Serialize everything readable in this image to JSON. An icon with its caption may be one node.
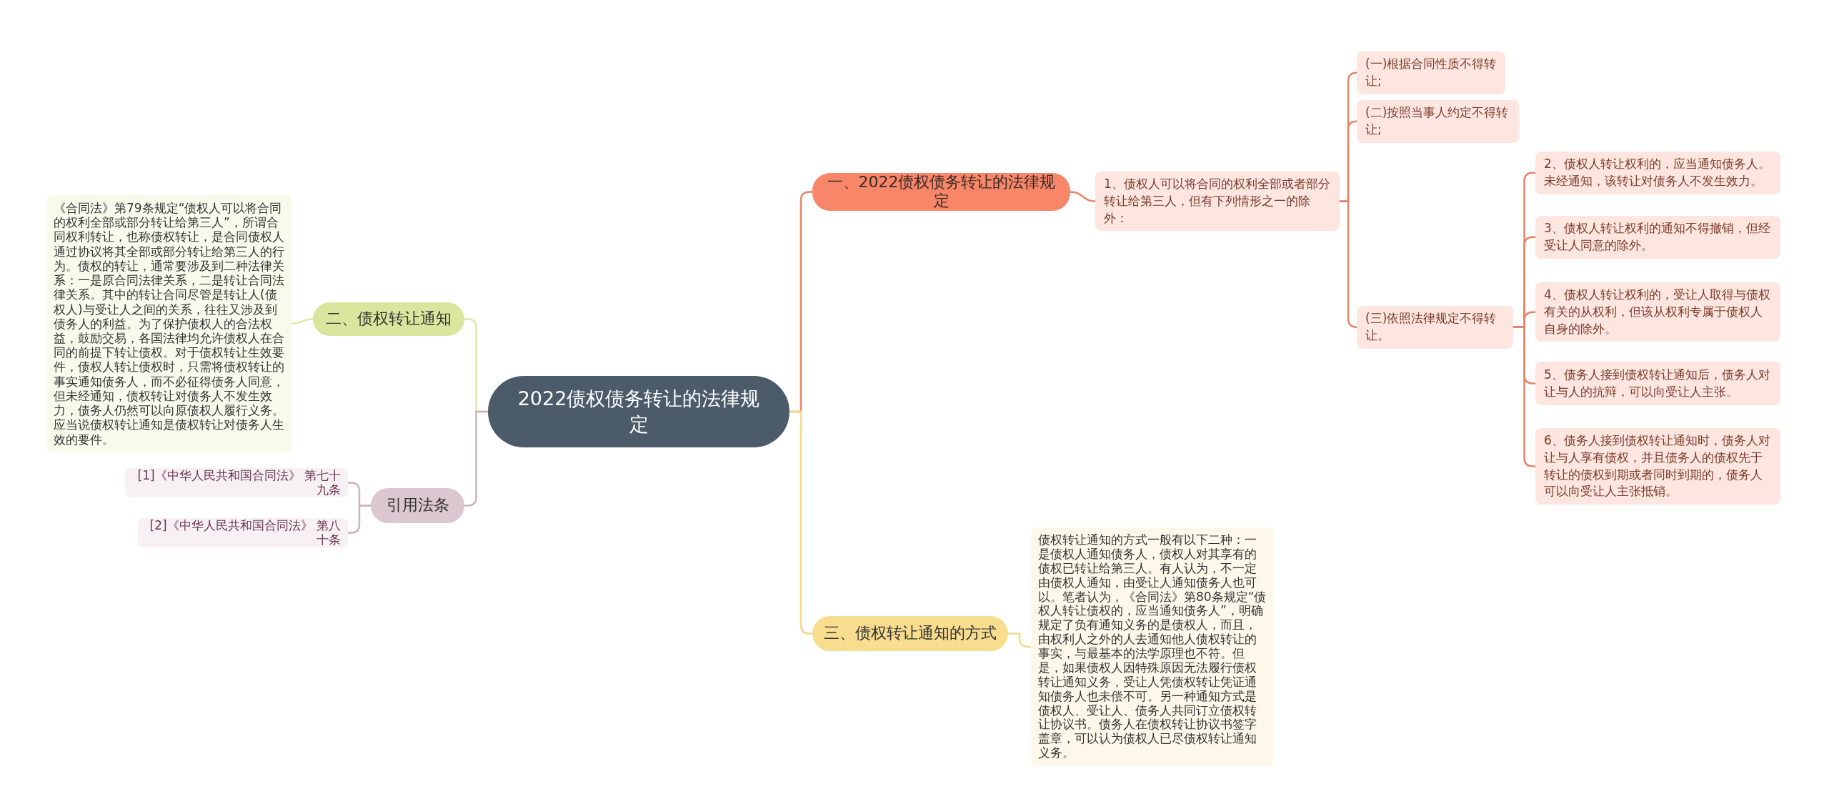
{
  "diagram": {
    "nodes": [
      {
        "text": [
          "2022债权债务转让的法律规定"
        ]
      },
      {
        "text": [
          "一、2022债权债务转让的法律规定"
        ]
      },
      {
        "text": [
          "1、债权人可以将合同的权利全部或者部分转让给第三人，但有下列情形之一的除外："
        ]
      },
      {
        "text": [
          "(一)根据合同性质不得转让;"
        ]
      },
      {
        "text": [
          "(二)按照当事人约定不得转让;"
        ]
      },
      {
        "text": [
          "(三)依照法律规定不得转让。"
        ]
      },
      {
        "text": [
          "2、债权人转让权利的，应当通知债务人。未经通知，该转让对债务人不发生效力。"
        ]
      },
      {
        "text": [
          "3、债权人转让权利的通知不得撤销，但经受让人同意的除外。"
        ]
      },
      {
        "text": [
          "4、债权人转让权利的，受让人取得与债权有关的从权利，但该从权利专属于债权人自身的除外。"
        ]
      },
      {
        "text": [
          "5、债务人接到债权转让通知后，债务人对让与人的抗辩，可以向受让人主张。"
        ]
      },
      {
        "text": [
          "6、债务人接到债权转让通知时，债务人对让与人享有债权，并且债务人的债权先于转让的债权到期或者同时到期的，债务人可以向受让人主张抵销。"
        ]
      },
      {
        "text": [
          "二、债权转让通知"
        ]
      },
      {
        "text": [
          "《合同法》第79条规定“债权人可以将合同的权利全部或部分转让给第三人”，所谓合同权利转让，也称债权转让，是合同债权人通过协议将其全部或部分转让给第三人的行为。债权的转让，通常要涉及到二种法律关系：一是原合同法律关系，二是转让合同法律关系。其中的转让合同尽管是转让人(债权人)与受让人之间的关系，往往又涉及到债务人的利益。为了保护债权人的合法权益，鼓励交易，各国法律均允许债权人在合同的前提下转让债权。对于债权转让生效要件，债权人转让债权时，只需将债权转让的事实通知债务人，而不必征得债务人同意，但未经通知，债权转让对债务人不发生效力，债务人仍然可以向原债权人履行义务。应当说债权转让通知是债权转让对债务人生效的要件。"
        ]
      },
      {
        "text": [
          "三、债权转让通知的方式"
        ]
      },
      {
        "text": [
          "债权转让通知的方式一般有以下二种：一是债权人通知债务人，债权人对其享有的债权已转让给第三人。有人认为，不一定由债权人通知，由受让人通知债务人也可以。笔者认为，《合同法》第80条规定“债权人转让债权的，应当通知债务人”，明确规定了负有通知义务的是债权人，而且，由权利人之外的人去通知他人债权转让的事实，与最基本的法学原理也不符。但是，如果债权人因特殊原因无法履行债权转让通知义务，受让人凭债权转让凭证通知债务人也未偿不可。另一种通知方式是债权人、受让人、债务人共同订立债权转让协议书。债务人在债权转让协议书签字盖章，可以认为债权人已尽债权转让通知义务。"
        ]
      },
      {
        "text": [
          "引用法条"
        ]
      },
      {
        "text": [
          "[1]《中华人民共和国合同法》 第七十九条"
        ]
      },
      {
        "text": [
          "[2]《中华人民共和国合同法》 第八十条"
        ]
      }
    ],
    "edges": [
      {
        "from": 0,
        "to": 1,
        "arrow": "none"
      },
      {
        "from": 1,
        "to": 2,
        "arrow": "none"
      },
      {
        "from": 2,
        "to": 3,
        "arrow": "none"
      },
      {
        "from": 2,
        "to": 4,
        "arrow": "none"
      },
      {
        "from": 2,
        "to": 5,
        "arrow": "none"
      },
      {
        "from": 5,
        "to": 6,
        "arrow": "none"
      },
      {
        "from": 5,
        "to": 7,
        "arrow": "none"
      },
      {
        "from": 5,
        "to": 8,
        "arrow": "none"
      },
      {
        "from": 5,
        "to": 9,
        "arrow": "none"
      },
      {
        "from": 5,
        "to": 10,
        "arrow": "none"
      },
      {
        "from": 0,
        "to": 11,
        "arrow": "none",
        "color": "#dde8a8"
      },
      {
        "from": 11,
        "to": 12,
        "arrow": "none",
        "color": "#dde8a8"
      },
      {
        "from": 0,
        "to": 13,
        "arrow": "none",
        "color": "#f3d98a"
      },
      {
        "from": 13,
        "to": 14,
        "arrow": "none",
        "color": "#f3d98a"
      },
      {
        "from": 0,
        "to": 15,
        "arrow": "none",
        "color": "#cdb2be"
      },
      {
        "from": 15,
        "to": 16,
        "arrow": "none",
        "color": "#cdb2be"
      },
      {
        "from": 15,
        "to": 17,
        "arrow": "none",
        "color": "#cdb2be"
      }
    ]
  }
}
